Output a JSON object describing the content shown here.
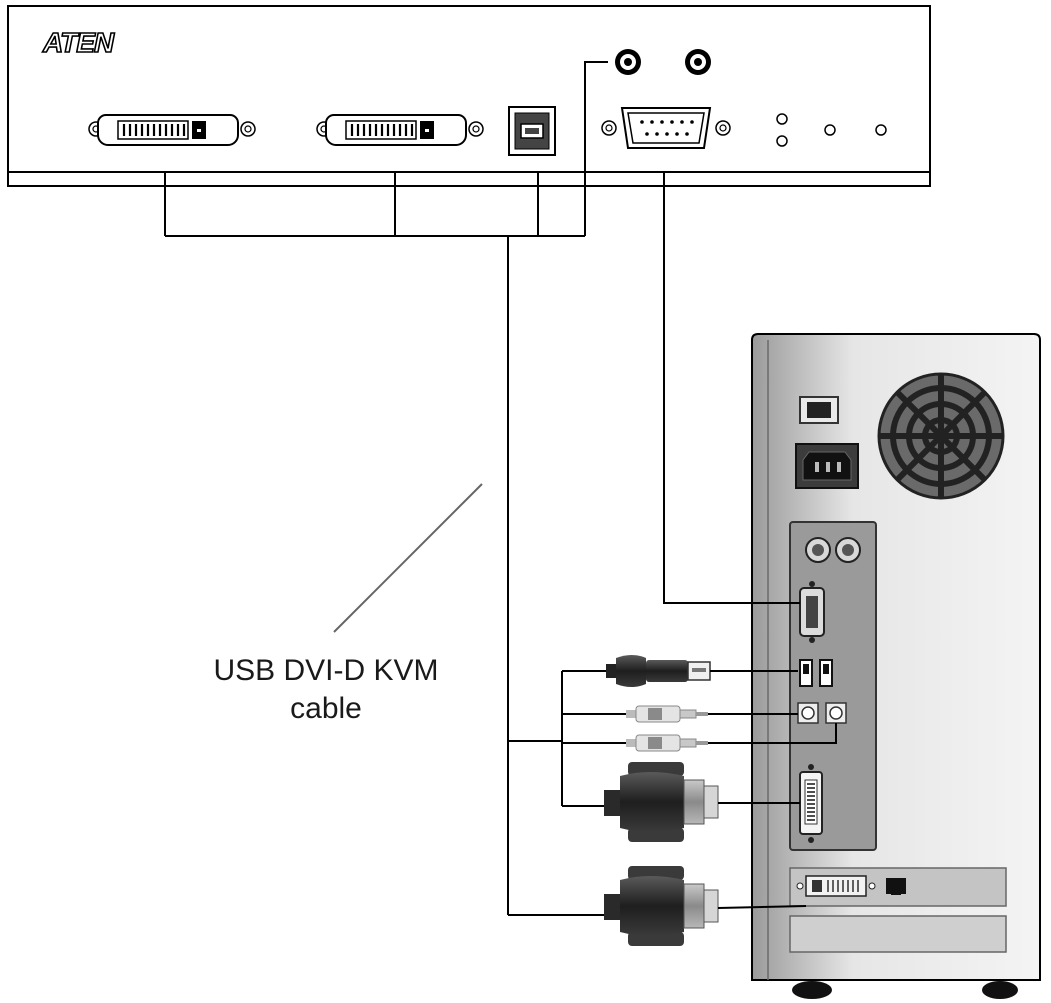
{
  "brand": {
    "logo_text": "ATEN"
  },
  "callout": {
    "line1": "USB DVI-D KVM",
    "line2": "cable"
  },
  "icons": [
    "dvi-port-icon",
    "usb-b-port-icon",
    "audio-jack-icon",
    "rs232-port-icon",
    "led-icon",
    "fan-grille-icon",
    "power-switch-icon",
    "power-inlet-icon",
    "ps2-port-icon",
    "usb-a-port-icon",
    "dvi-connector-plug-icon",
    "audio-plug-icon",
    "usb-plug-icon",
    "ethernet-port-icon"
  ],
  "colors": {
    "line": "#000000",
    "device_fill": "#ffffff",
    "pc_case": "#dcdcdc",
    "pc_panel": "#9a9a9a",
    "plug_dark": "#2b2b2b",
    "plug_mid": "#7a7a7a"
  }
}
